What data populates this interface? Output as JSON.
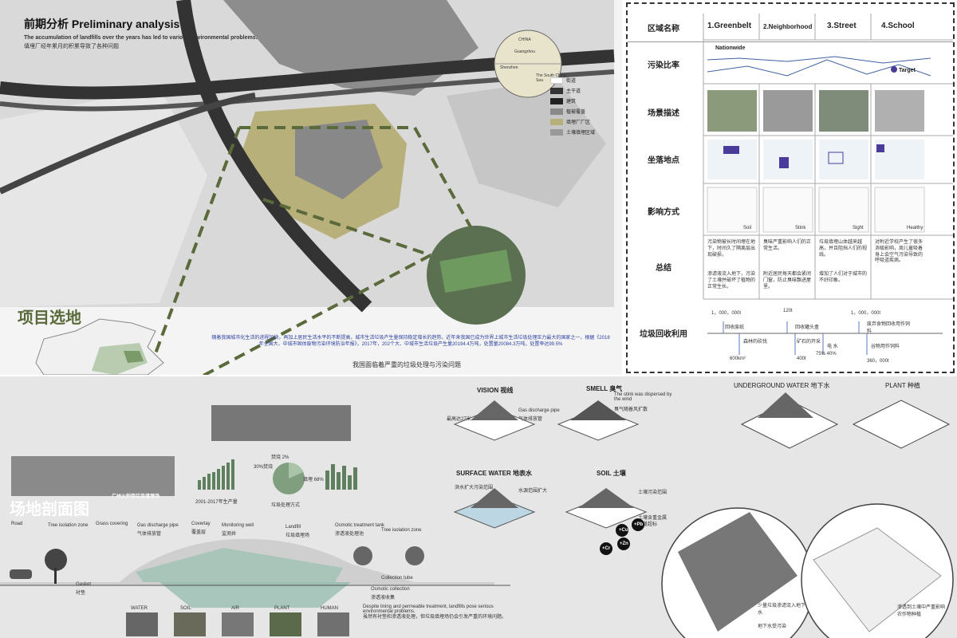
{
  "top_left": {
    "heading": "前期分析 Preliminary analysis",
    "subtitle_en": "The accumulation of landfills over the years has led to various environmental problems.",
    "subtitle_cn": "填埋厂经年累月的积累导致了各种问题",
    "site_title": "项目选地",
    "inset_labels": {
      "china": "CHINA",
      "guangzhou": "Guangzhou",
      "sea": "The South China Sea",
      "shenzhen": "Shenzhen"
    },
    "legend": [
      {
        "label": "街道",
        "color": "#ffffff"
      },
      {
        "label": "主干道",
        "color": "#333333"
      },
      {
        "label": "建筑",
        "color": "#222222"
      },
      {
        "label": "植被覆盖",
        "color": "#8a8a8a"
      },
      {
        "label": "填埋厂厂区",
        "color": "#b8b07a"
      },
      {
        "label": "土壤填埋区域",
        "color": "#999999"
      }
    ],
    "para": "随着我国城市化生活的进程加快，再加上居民生活水平的不断提高，城市生活垃圾产生量保持稳定增长的趋势。近年来我国已成为世界上城市生活垃圾处理压力最大的国家之一，根据《2018年全国大、中城市固体废物污染环境防治年报》，2017年，202个大、中城市生活垃圾产生量20194.4万吨，处置量20084.3万吨，处置率达99.5%",
    "caption": "我国面临着严重的垃圾处理与污染问题"
  },
  "table": {
    "row_labels": [
      "区域名称",
      "污染比率",
      "场景描述",
      "坐落地点",
      "影响方式",
      "总结",
      "垃圾回收利用"
    ],
    "zones": [
      "1.Greenbelt",
      "2.Neighborhood",
      "3.Street",
      "4.School"
    ],
    "nationwide": "Nationwide",
    "target": "Target",
    "effects": [
      "Soil",
      "Stink",
      "Sight",
      "Healthy"
    ],
    "summary": [
      "污染物被长时间埋在地下，时间久了隔离层出现破损，",
      "臭味严重影响人们的正常生活。",
      "垃圾填埋山体越来越高，并且阻挡人们的视线。",
      "对附近学校产生了很多消极影响，周儿童吸着身上会空气污染导致的呼吸道疾病。"
    ],
    "summary2": [
      "渗滤液流入地下，污染了土壤并破坏了植物的正常生长。",
      "附近居民每天都会紧闭门窗，防止臭味飘进屋里。",
      "增加了人们对于城市的不好印象。",
      ""
    ],
    "recycle": {
      "top_values": [
        "1，000，000t",
        "120t",
        "1，000，000t"
      ],
      "top_labels": [
        "回收废纸",
        "回收罐头盒",
        "废弃食物回收用作饲料"
      ],
      "bottom_labels": [
        "森林的砍伐",
        "矿石的开采",
        "电 水",
        "谷物用作饲料"
      ],
      "bottom_values": [
        "600km²",
        "400t",
        "75%  40%",
        "360，000t"
      ]
    }
  },
  "bottom": {
    "section_title": "场地剖面图",
    "chart_labels": [
      "2001-2017年生产量",
      "垃圾处理方式"
    ],
    "pie_labels": [
      "焚烧 2%",
      "30%焚烧",
      "填埋 68%"
    ],
    "photo_caption": "广州火炉岗垃圾填埋场",
    "section_labels": [
      {
        "en": "Road",
        "cn": ""
      },
      {
        "en": "Tree isolation zone",
        "cn": ""
      },
      {
        "en": "Grass covering",
        "cn": ""
      },
      {
        "en": "Gas discharge pipe",
        "cn": "气体排放管"
      },
      {
        "en": "Coverlay",
        "cn": "覆盖层"
      },
      {
        "en": "Monitoring well",
        "cn": "监测井"
      },
      {
        "en": "Landfill",
        "cn": "垃圾填埋场"
      },
      {
        "en": "Osmotic treatment tank",
        "cn": "渗透液处理池"
      },
      {
        "en": "Tree isolation zone",
        "cn": ""
      }
    ],
    "gasket": "Gasket",
    "gasket_cn": "衬垫",
    "collection_tube": "Collection tube",
    "osmotic_collection": "Osmotic collection",
    "osmotic_collection_cn": "渗透液收集",
    "thumb_labels": [
      "WATER",
      "SOIL",
      "AIR",
      "PLANT",
      "HUMAN"
    ],
    "note_en": "Despite lining and permeable treatment, landfills pose serious environmental problems.",
    "note_cn": "虽然有衬垫和渗透液处理，但垃圾填埋场仍会引发严重的环境问题。",
    "mid_panels": [
      {
        "title": "VISION 视线",
        "note": "最高达27米"
      },
      {
        "title": "SMELL 臭气",
        "note": "The stink was dispersed by the wind",
        "note_cn": "臭气随着风扩散",
        "pipe": "Gas discharge pipe",
        "pipe_cn": "气体排放管"
      },
      {
        "title": "SURFACE WATER 地表水",
        "note": "洪水扩大污染范围",
        "note2": "水源范围扩大"
      },
      {
        "title": "SOIL 土壤",
        "note": "土壤污染范围",
        "note2": "土壤含重金属",
        "note3": "含量超标"
      }
    ],
    "metals": [
      "+Cu",
      "+Pb",
      "+Zn",
      "+Cr"
    ],
    "right_panels": [
      {
        "title": "UNDERGROUND WATER 地下水",
        "note": "少量垃圾渗滤流入地下水",
        "note2": "地下水受污染"
      },
      {
        "title": "PLANT 种植",
        "note": "渗透到土壤中严重影响农作物种植"
      }
    ]
  }
}
